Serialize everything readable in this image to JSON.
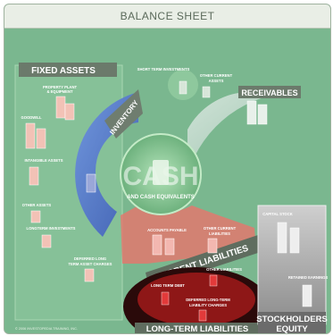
{
  "title": "BALANCE SHEET",
  "sections": {
    "fixed_assets": {
      "heading": "FIXED ASSETS",
      "items": [
        "PROPERTY PLANT",
        "& EQUIPMENT",
        "GOODWILL",
        "INTANGIBLE ASSETS",
        "OTHER ASSETS",
        "LONGTERM INVESTMENTS"
      ]
    },
    "inventory": "INVENTORY",
    "short_term_investments": "SHORT TERM INVESTMENTS",
    "other_current_assets": [
      "OTHER CURRENT",
      "ASSETS"
    ],
    "receivables": "RECEIVABLES",
    "cash": {
      "big": "CASH",
      "sub": "AND CASH EQUIVALENTS"
    },
    "deferred_long_term_asset_charges": [
      "DEFERRED LONG",
      "TERM ASSET CHARGES"
    ],
    "accounts_payable": "ACCOUNTS PAYABLE",
    "other_current_liabilities": [
      "OTHER CURRENT",
      "LIABILITIES"
    ],
    "current_liabilities": "CURRENT LIABILITIES",
    "other_liabilities": "OTHER LIABILITIES",
    "long_term_debt": "LONG TERM DEBT",
    "deferred_long_term_liability_charges": [
      "DEFERRED LONG-TERM",
      "LIABILITY CHARGES"
    ],
    "long_term_liabilities": "LONG-TERM LIABILITIES",
    "capital_stock": "CAPITAL STOCK",
    "retained_earnings": "RETAINED EARNINGS",
    "stockholders_equity": [
      "STOCKHOLDERS",
      "EQUITY"
    ]
  },
  "copyright": "© 2006 INVESTOPEDIA TRAINING, INC.",
  "colors": {
    "background": "#7ab78f",
    "inventory": "#5a7fd0",
    "receivables": "#c9ddd2",
    "liabilities": "#e2796f",
    "long_term": "#2a0a0a",
    "equity": "#d8d8d8",
    "cash": "#8fcf9a"
  }
}
